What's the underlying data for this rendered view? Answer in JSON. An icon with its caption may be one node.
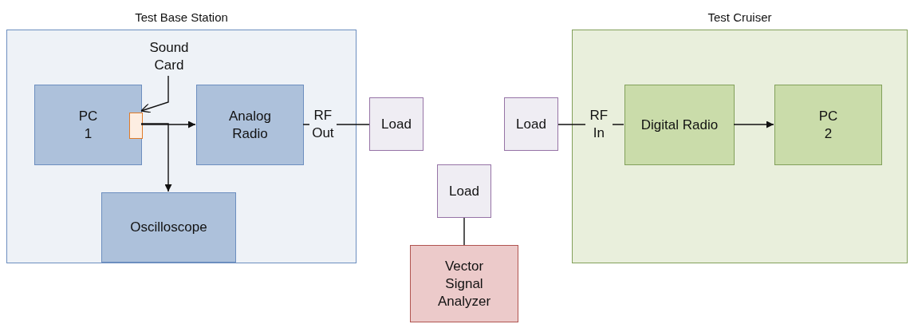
{
  "diagram": {
    "nodes": [
      {
        "text": [
          "Test Base Station"
        ]
      },
      {
        "text": [
          "PC 1"
        ],
        "in": 0
      },
      {
        "text": [],
        "shape": "box",
        "in": 1
      },
      {
        "text": [
          "Sound Card"
        ],
        "in": 0
      },
      {
        "text": [
          "Analog Radio"
        ],
        "in": 0
      },
      {
        "text": [
          "Oscilloscope"
        ],
        "in": 0
      },
      {
        "text": [
          "Load"
        ]
      },
      {
        "text": [
          "Load"
        ]
      },
      {
        "text": [
          "Load"
        ]
      },
      {
        "text": [
          "Vector Signal Analyzer"
        ]
      },
      {
        "text": [
          "Test Cruiser"
        ]
      },
      {
        "text": [
          "Digital Radio"
        ],
        "in": 10
      },
      {
        "text": [
          "PC 2"
        ],
        "in": 10
      }
    ],
    "edges": [
      {
        "from": 3,
        "to": 2,
        "arrow": "to"
      },
      {
        "from": 2,
        "to": 4,
        "arrow": "to"
      },
      {
        "from": 2,
        "to": 5,
        "arrow": "to"
      },
      {
        "from": 4,
        "to": 6,
        "arrow": "none",
        "label": "RF Out"
      },
      {
        "from": 7,
        "to": 11,
        "arrow": "none",
        "label": "RF In"
      },
      {
        "from": 8,
        "to": 9,
        "arrow": "none"
      },
      {
        "from": 11,
        "to": 12,
        "arrow": "to"
      }
    ]
  }
}
